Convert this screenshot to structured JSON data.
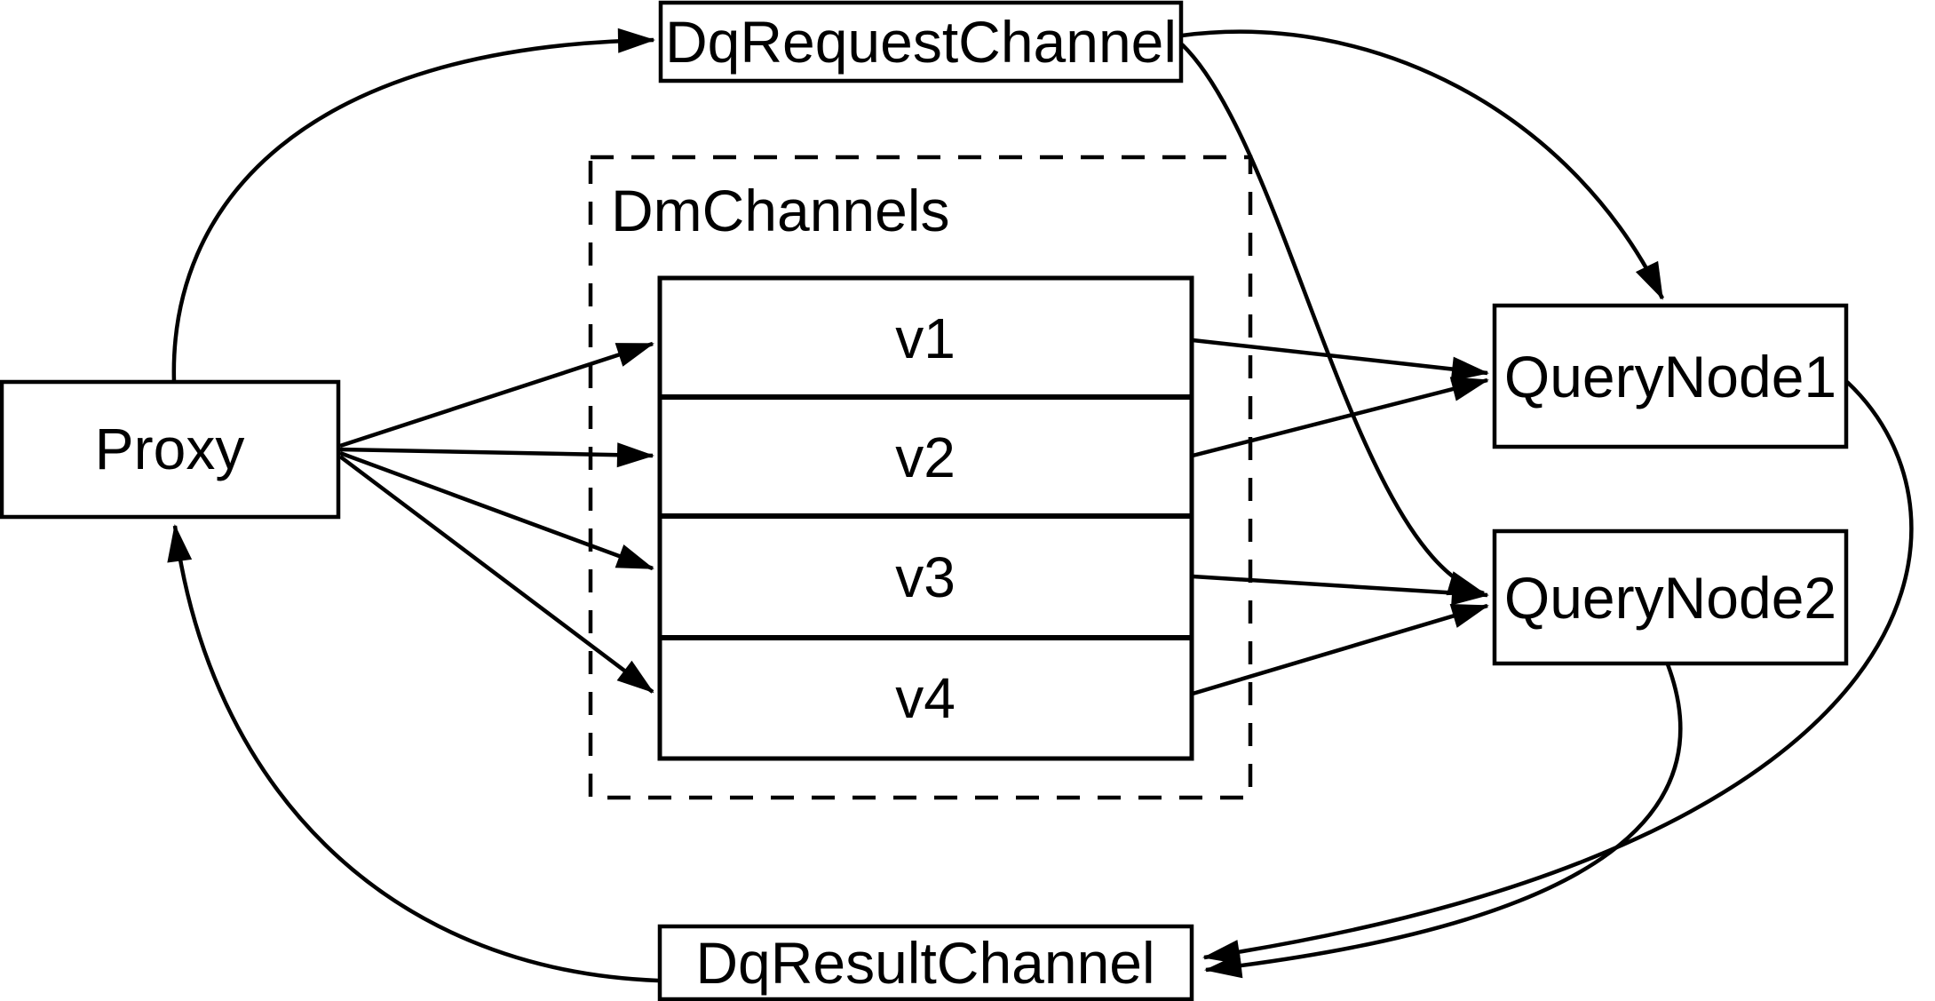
{
  "diagram": {
    "nodes": {
      "proxy": {
        "label": "Proxy"
      },
      "dq_request_channel": {
        "label": "DqRequestChannel"
      },
      "dq_result_channel": {
        "label": "DqResultChannel"
      },
      "query_node1": {
        "label": "QueryNode1"
      },
      "query_node2": {
        "label": "QueryNode2"
      },
      "dm_channels": {
        "label": "DmChannels",
        "channels": [
          {
            "label": "v1"
          },
          {
            "label": "v2"
          },
          {
            "label": "v3"
          },
          {
            "label": "v4"
          }
        ]
      }
    },
    "edges": [
      {
        "from": "Proxy",
        "to": "DqRequestChannel"
      },
      {
        "from": "DqRequestChannel",
        "to": "QueryNode1"
      },
      {
        "from": "DqRequestChannel",
        "to": "QueryNode2"
      },
      {
        "from": "Proxy",
        "to": "v1"
      },
      {
        "from": "Proxy",
        "to": "v2"
      },
      {
        "from": "Proxy",
        "to": "v3"
      },
      {
        "from": "Proxy",
        "to": "v4"
      },
      {
        "from": "v1",
        "to": "QueryNode1"
      },
      {
        "from": "v2",
        "to": "QueryNode1"
      },
      {
        "from": "v3",
        "to": "QueryNode2"
      },
      {
        "from": "v4",
        "to": "QueryNode2"
      },
      {
        "from": "QueryNode1",
        "to": "DqResultChannel"
      },
      {
        "from": "QueryNode2",
        "to": "DqResultChannel"
      },
      {
        "from": "DqResultChannel",
        "to": "Proxy"
      }
    ],
    "colors": {
      "stroke": "#000000",
      "fill": "#ffffff",
      "text": "#000000",
      "background": "#ffffff"
    }
  }
}
